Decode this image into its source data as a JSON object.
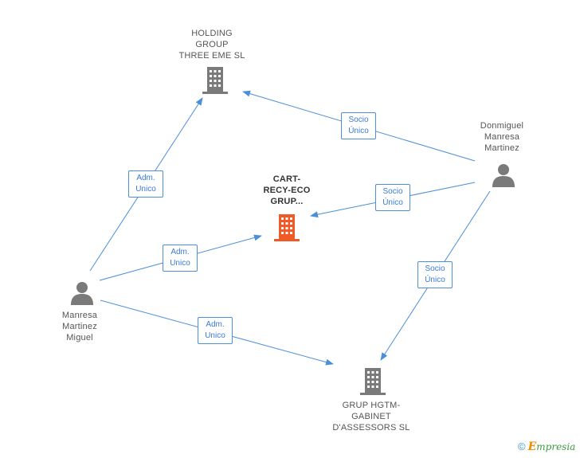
{
  "nodes": {
    "holding": {
      "lines": [
        "HOLDING",
        "GROUP",
        "THREE EME SL"
      ],
      "type": "company",
      "color": "#7a7a7a"
    },
    "cart": {
      "lines": [
        "CART-",
        "RECY-ECO",
        "GRUP..."
      ],
      "type": "company",
      "color": "#f05a28"
    },
    "donmiguel": {
      "lines": [
        "Donmiguel",
        "Manresa",
        "Martinez"
      ],
      "type": "person",
      "color": "#7a7a7a"
    },
    "manresa": {
      "lines": [
        "Manresa",
        "Martinez",
        "Miguel"
      ],
      "type": "person",
      "color": "#7a7a7a"
    },
    "grup": {
      "lines": [
        "GRUP HGTM-",
        "GABINET",
        "D'ASSESSORS SL"
      ],
      "type": "company",
      "color": "#7a7a7a"
    }
  },
  "edges": [
    {
      "id": "manresa-holding",
      "lines": [
        "Adm.",
        "Unico"
      ]
    },
    {
      "id": "manresa-cart",
      "lines": [
        "Adm.",
        "Unico"
      ]
    },
    {
      "id": "manresa-grup",
      "lines": [
        "Adm.",
        "Unico"
      ]
    },
    {
      "id": "donmiguel-holding",
      "lines": [
        "Socio",
        "Único"
      ]
    },
    {
      "id": "donmiguel-cart",
      "lines": [
        "Socio",
        "Único"
      ]
    },
    {
      "id": "donmiguel-grup",
      "lines": [
        "Socio",
        "Único"
      ]
    }
  ],
  "colors": {
    "edge": "#4a8fd8",
    "company_focus": "#f05a28",
    "node_default": "#7a7a7a"
  },
  "brand": {
    "copyright": "©",
    "name_initial": "E",
    "name_rest": "mpresia"
  }
}
